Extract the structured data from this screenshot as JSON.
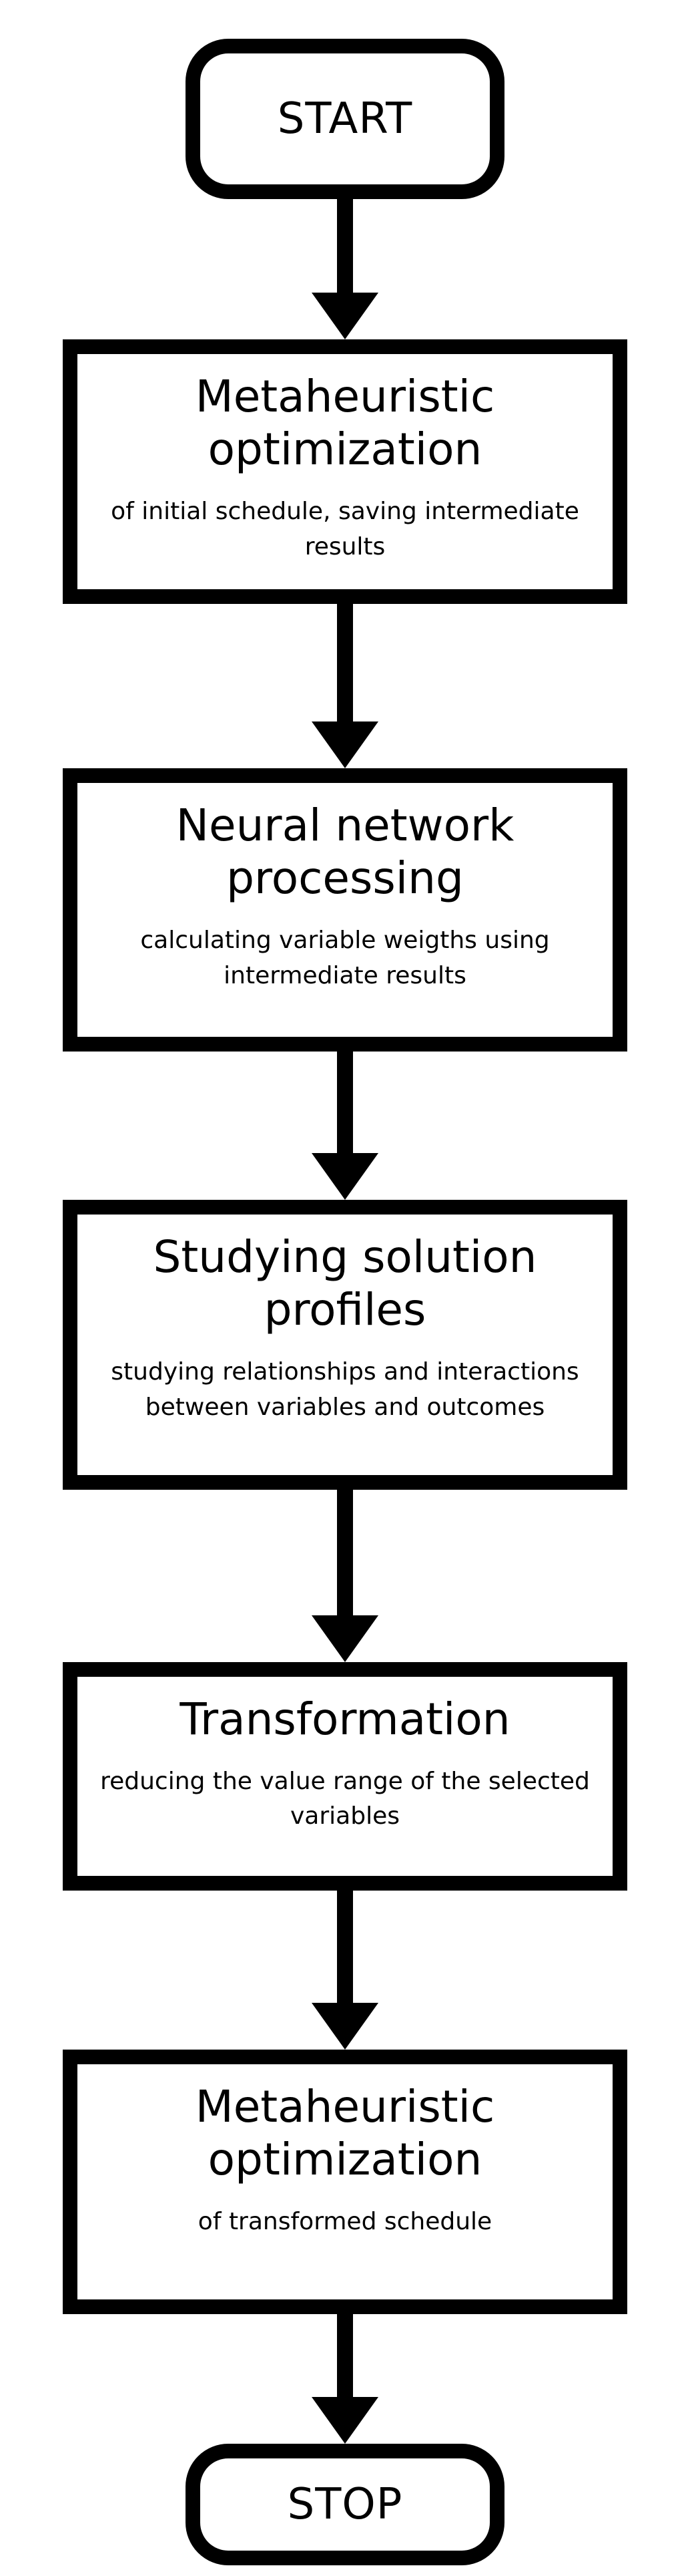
{
  "flowchart": {
    "start": {
      "label": "START"
    },
    "steps": [
      {
        "title": "Metaheuristic optimization",
        "description": "of initial schedule, saving intermediate results"
      },
      {
        "title": "Neural network processing",
        "description": "calculating variable weigths using intermediate results"
      },
      {
        "title": "Studying solution profiles",
        "description": "studying relationships and interactions between variables and outcomes"
      },
      {
        "title": "Transformation",
        "description": "reducing the value range of the selected variables"
      },
      {
        "title": "Metaheuristic optimization",
        "description": "of transformed schedule"
      }
    ],
    "stop": {
      "label": "STOP"
    }
  }
}
